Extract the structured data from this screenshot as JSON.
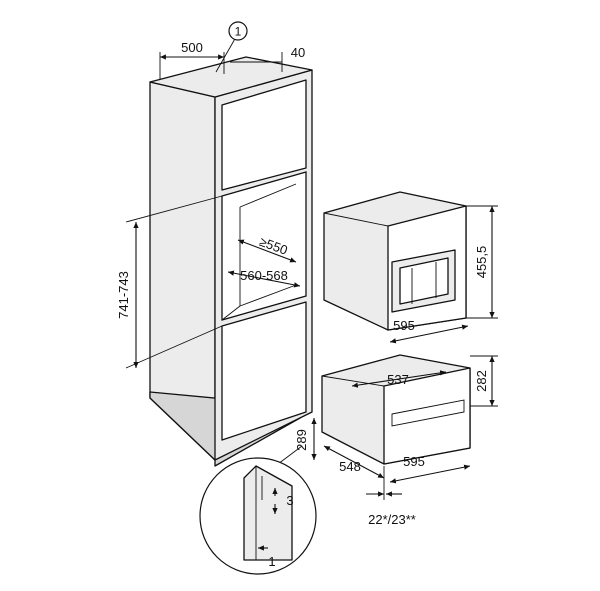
{
  "callout": "1",
  "dims": {
    "top_depth": "500",
    "top_gap": "40",
    "niche_depth": "≥550",
    "niche_width": "560-568",
    "niche_height": "741-743",
    "appliance_height": "455,5",
    "appliance_width": "595",
    "drawer_depth": "537",
    "drawer_height": "282",
    "drawer_side": "548",
    "drawer_width": "595",
    "plinth": "289",
    "detail_gap": "3",
    "detail_offset": "1",
    "bottom_note": "22*/23**"
  }
}
